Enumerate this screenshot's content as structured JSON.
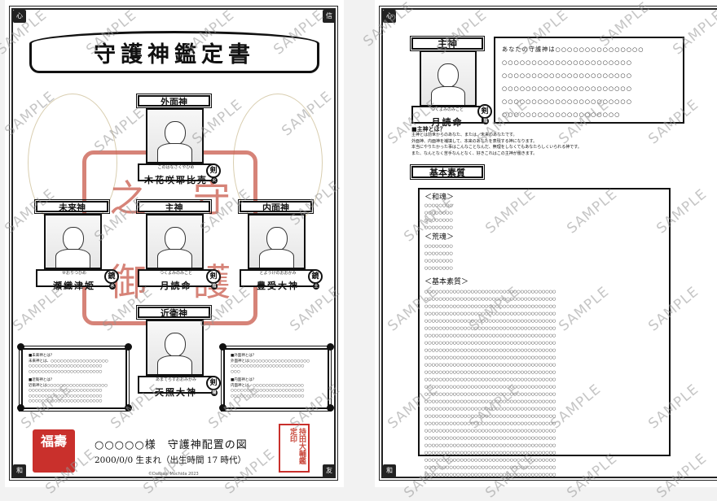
{
  "watermark": "SAMPLE",
  "page1": {
    "title": "守護神鑑定書",
    "corners": [
      "心",
      "信",
      "和",
      "友"
    ],
    "seal_big": [
      "之",
      "守",
      "御",
      "護"
    ],
    "gods": {
      "outer": {
        "role": "外面神",
        "ruby": "このはなさくやひめ",
        "name": "木花咲耶比売",
        "badge": "剣",
        "badge_sub": "火"
      },
      "future": {
        "role": "未来神",
        "ruby": "せおりつひめ",
        "name": "瀬織津姫",
        "badge": "鏡",
        "badge_sub": "水"
      },
      "main": {
        "role": "主神",
        "ruby": "つくよみのみこと",
        "name": "月読命",
        "badge": "剣",
        "badge_sub": "陰"
      },
      "inner": {
        "role": "内面神",
        "ruby": "とようけのおおかみ",
        "name": "豊受大神",
        "badge": "鏡",
        "badge_sub": "土"
      },
      "guard": {
        "role": "近衛神",
        "ruby": "あまてらすおおみかみ",
        "name": "天照大神",
        "badge": "剣",
        "badge_sub": "陽"
      }
    },
    "info_left": {
      "h1": "■未来神とは？",
      "l1": [
        "未来神とは、○○○○○○○○○○○○○○○○○○",
        "○○○○○○○○○○○○○○○○○○○○○○○",
        "○○○○○○○○○○○○○○○○○○○○○○○"
      ],
      "h2": "■近衛神とは？",
      "l2": [
        "近衛神とは○○○○○○○○○○○○○○○○○○○",
        "○○○○○○○○○○○○○○○○○○○○○○○",
        "○○○○○○○○○○○○○○○○○○○○○○○",
        "○○○○○○○○○○○○○○○○○○○○○○○"
      ]
    },
    "info_right": {
      "h1": "■外面神とは？",
      "l1": [
        "外面神とは○○○○○○○○○○○○○○○○○○○",
        "○○○○○○○○○○○○○○○○○○○○○○○",
        "○○○"
      ],
      "h2": "■内面神とは？",
      "l2": [
        "内面神とは、○○○○○○○○○○○○○○○○",
        "○○○○○○○○○○○○○○○○○○○○○○○",
        "○○○○○○○○○○○○○○○○○○○○○○○"
      ]
    },
    "footer": {
      "name_line": "○○○○○様　守護神配置の図",
      "birth_line": "2000/0/0 生まれ（出生時間 17 時代）",
      "copyright": "©Daisuke Mochida 2023"
    },
    "seal_left": "福壽",
    "seal_right": "持田大輔鑑定印"
  },
  "page2": {
    "corners": [
      "心",
      "信",
      "和",
      "友"
    ],
    "main_god": {
      "role": "主神",
      "ruby": "つくよみのみこと",
      "name": "月読命",
      "badge": "剣",
      "badge_sub": "陰"
    },
    "message": [
      "あなたの守護神は○○○○○○○○○○○○○○○",
      "○○○○○○○○○○○○○○○○○○○○○○",
      "○○○○○○○○○○○○○○○○○○○○○○",
      "○○○○○○○○○○○○○○○○○○○○○○",
      "○○○○○○○○○○○○○○○○○○○○○○",
      "○○○○○○○○○○○○○○○○○○○○"
    ],
    "explain_head": "■主神とは？",
    "explain": [
      "主神とは前世からのあなた、または、未来のあなたです。",
      "外面神、内面神を補填して、本来のあなたを表現する神になります。",
      "本当にやりたかった事はこんなことなんだ、無理をしなくてもあなたらしくいられる神です。",
      "また、なんとなく苦手なんとなく、好きこれはこの主神が働きます。"
    ],
    "section_label": "基本素質",
    "nigimitama": {
      "head": "＜和魂＞",
      "lines": [
        "○○○○○○○○",
        "○○○○○○○○",
        "○○○○○○○○",
        "○○○○○○○○"
      ]
    },
    "aramitama": {
      "head": "＜荒魂＞",
      "lines": [
        "○○○○○○○○",
        "○○○○○○○○",
        "○○○○○○○○",
        "○○○○○○○○"
      ]
    },
    "basic": {
      "head": "＜基本素質＞",
      "lines": [
        "○○○○○○○○○○○○○○○○○○○○○○○○○○○○○○○○○○○○○",
        "○○○○○○○○○○○○○○○○○○○○○○○○○○○○○○○○○○○○○",
        "○○○○○○○○○○○○○○○○○○○○○○○○○○○○○○○○○○○○○",
        "○○○○○○○○○○○○○○○○○○○○○○○○○○○○○○○○○○○○○",
        "○○○○○○○○○○○○○○○○○○○○○○○○○○○○○○○○○○○○○",
        "○○○○○○○○○○○○○○○○○○○○○○○○○○○○○○○○○○○○○",
        "○○○○○○○○○○○○○○○○○○○○○○○○○○○○○○○○○○○○○",
        "○○○○○○○○○○○○○○○○○○○○○○○○○○○○○○○○○○○○○",
        "○○○○○○○○○○○○○○○○○○○○○○○○○○○○○○○○○○○○○",
        "○○○○○○○○○○○○○○○○○○○○○○○○○○○○○○○○○○○○○",
        "○○○○○○○○○○○○○○○○○○○○○○○○○○○○○○○○○○○○○",
        "○○○○○○○○○○○○○○○○○○○○○○○○○○○○○○○○○○○○○",
        "○○○○○○○○○○○○○○○○○○○○○○○○○○○○○○○○○○○○○",
        "○○○○○○○○○○○○○○○○○○○○○○○○○○○○○○○○○○○○○",
        "○○○○○○○○○○○○○○○○○○○○○○○○○○○○○○○○○○○○○",
        "○○○○○○○○○○○○○○○○○○○○○○○○○○○○○○○○○○○○○",
        "○○○○○○○○○○○○○○○○○○○○○○○○○○○○○○○○○○○○○",
        "○○○○○○○○○○○○○○○○○○○○○○○○○○○○○○○○○○○○○",
        "○○○○○○○○○○○○○○○○○○○○○○○○○○○○○○○○○○○○○",
        "○○○○○○○○○○○○○○○○○○○○○○○○○○○○○○○○○○○○○",
        "○○○○○○○○○○○○○○○○○○○○○○○○○○○○○○○○○○○○○",
        "○○○○○○○○○○○○○○○○○○○○○○○○○○○○○○○○○○○○○",
        "○○○○○○○○○○○○○○○○○○○○○○○○○○○○○○○○○○○○○",
        "○○○○○○○○○○○○○○○○○○○○○○○○○○○○○○○○○○○○○",
        "○○○○○○○○○○○○○○○○○○○○○○○○○○○○○○○○○○○○○",
        "○○○○○○○○○○○○○○○○○○○○○○○○○○○○○○○○○○○○○"
      ]
    }
  }
}
